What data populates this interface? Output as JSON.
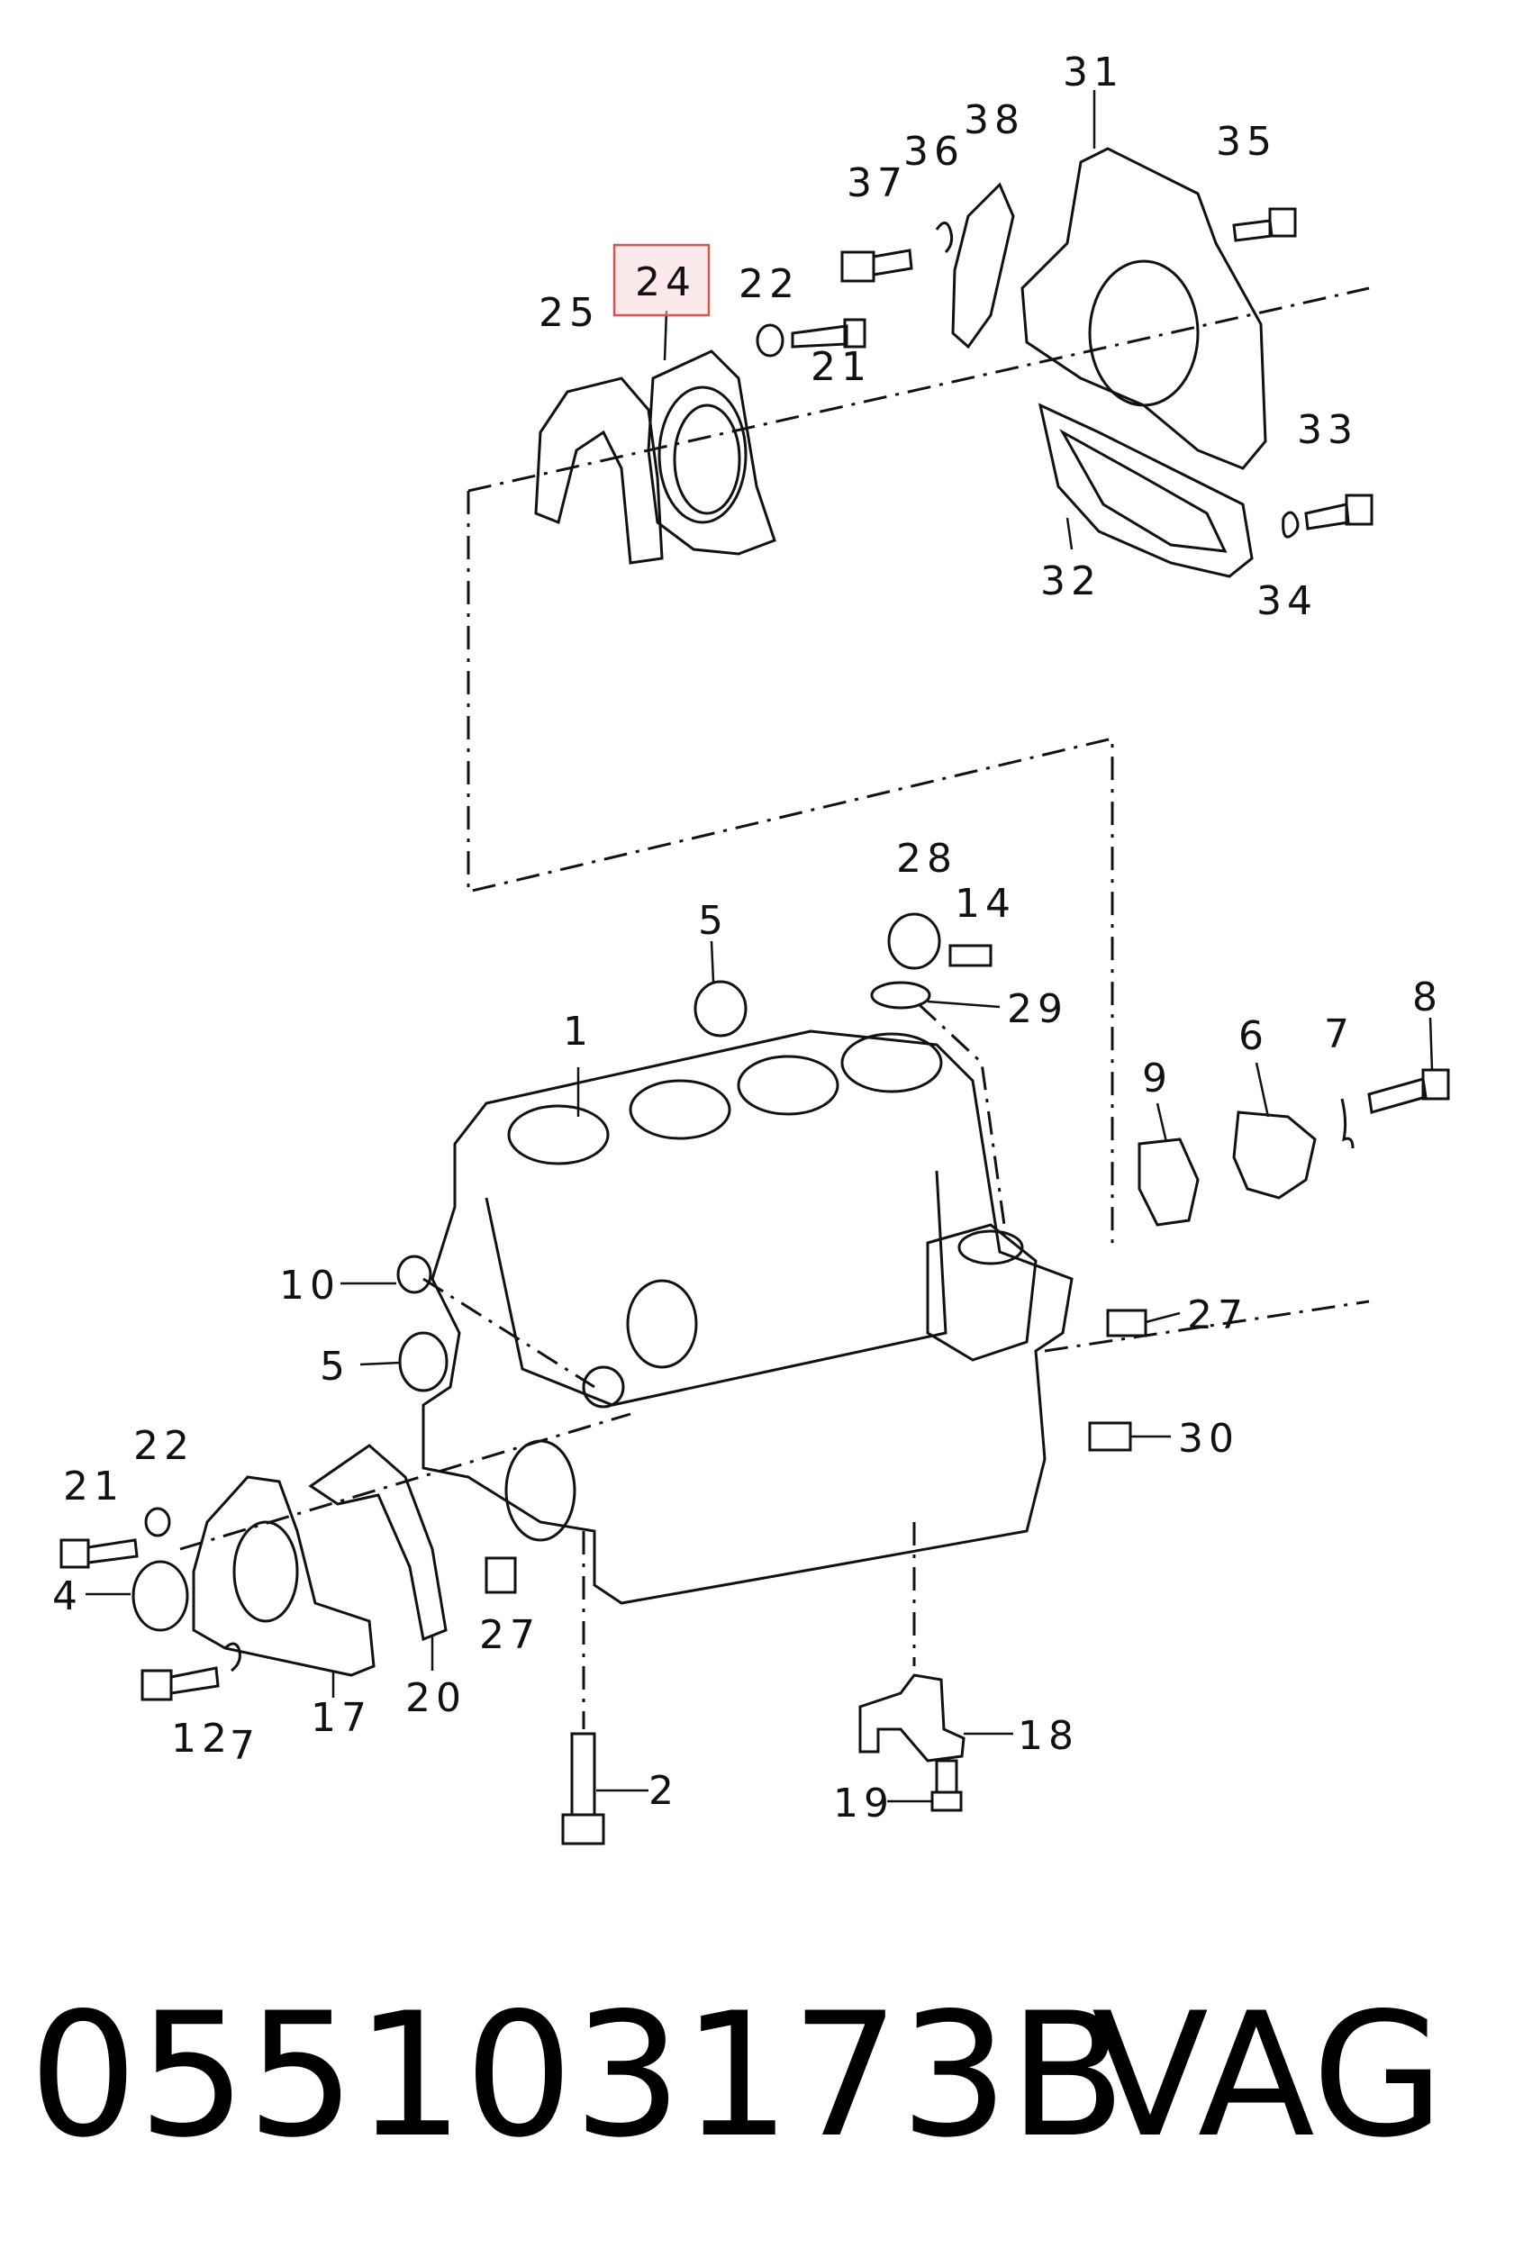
{
  "highlight_color": "#f8d7da",
  "highlight_border": "#d9534f",
  "callouts": {
    "c1": "1",
    "c2": "2",
    "c4": "4",
    "c5a": "5",
    "c5b": "5",
    "c6": "6",
    "c7a": "7",
    "c7b": "7",
    "c8": "8",
    "c9": "9",
    "c10": "10",
    "c12": "12",
    "c14": "14",
    "c17": "17",
    "c18": "18",
    "c19": "19",
    "c20": "20",
    "c21a": "21",
    "c21b": "21",
    "c22a": "22",
    "c22b": "22",
    "c24": "24",
    "c25": "25",
    "c27a": "27",
    "c27b": "27",
    "c28": "28",
    "c29": "29",
    "c30": "30",
    "c31": "31",
    "c32": "32",
    "c33": "33",
    "c34": "34",
    "c35": "35",
    "c36": "36",
    "c37": "37",
    "c38": "38"
  },
  "footer": {
    "part_number": "055103173B",
    "brand": "VAG"
  }
}
